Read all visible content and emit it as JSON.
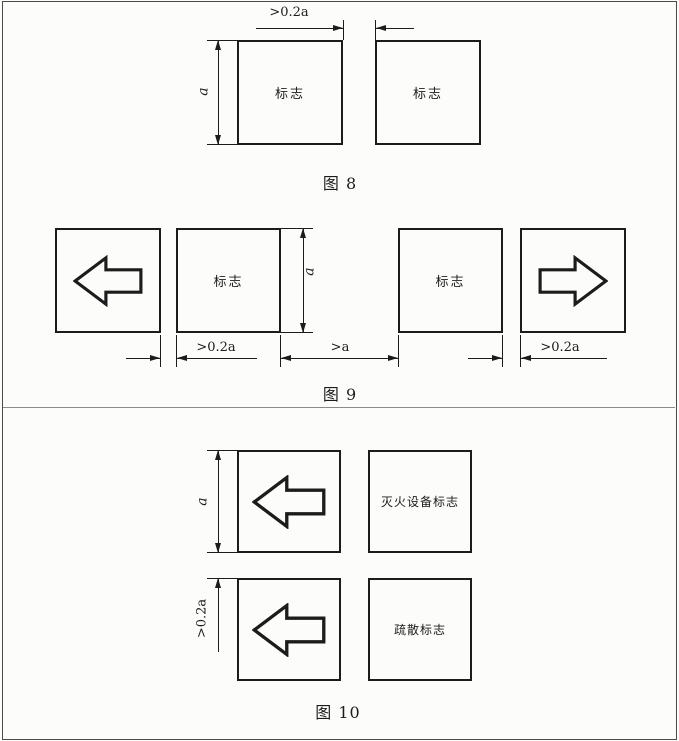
{
  "figure8": {
    "caption": "图 8",
    "boxes": [
      {
        "label": "标志"
      },
      {
        "label": "标志"
      }
    ],
    "dims": {
      "top_gap": ">0.2a",
      "height": "a"
    }
  },
  "figure9": {
    "caption": "图 9",
    "boxes": [
      {
        "label": "标志"
      },
      {
        "label": "标志"
      }
    ],
    "dims": {
      "height": "a",
      "gap_left": ">0.2a",
      "gap_center": ">a",
      "gap_right": ">0.2a"
    },
    "icons": {
      "left": "left-arrow",
      "right": "right-arrow"
    }
  },
  "figure10": {
    "caption": "图 10",
    "boxes": [
      {
        "label": "灭火设备标志"
      },
      {
        "label": "疏散标志"
      }
    ],
    "dims": {
      "height": "a",
      "gap": ">0.2a"
    },
    "icons": {
      "top": "left-arrow",
      "bottom": "left-arrow"
    }
  },
  "colors": {
    "line": "#1c1c1c",
    "background": "#fcfcfa"
  }
}
